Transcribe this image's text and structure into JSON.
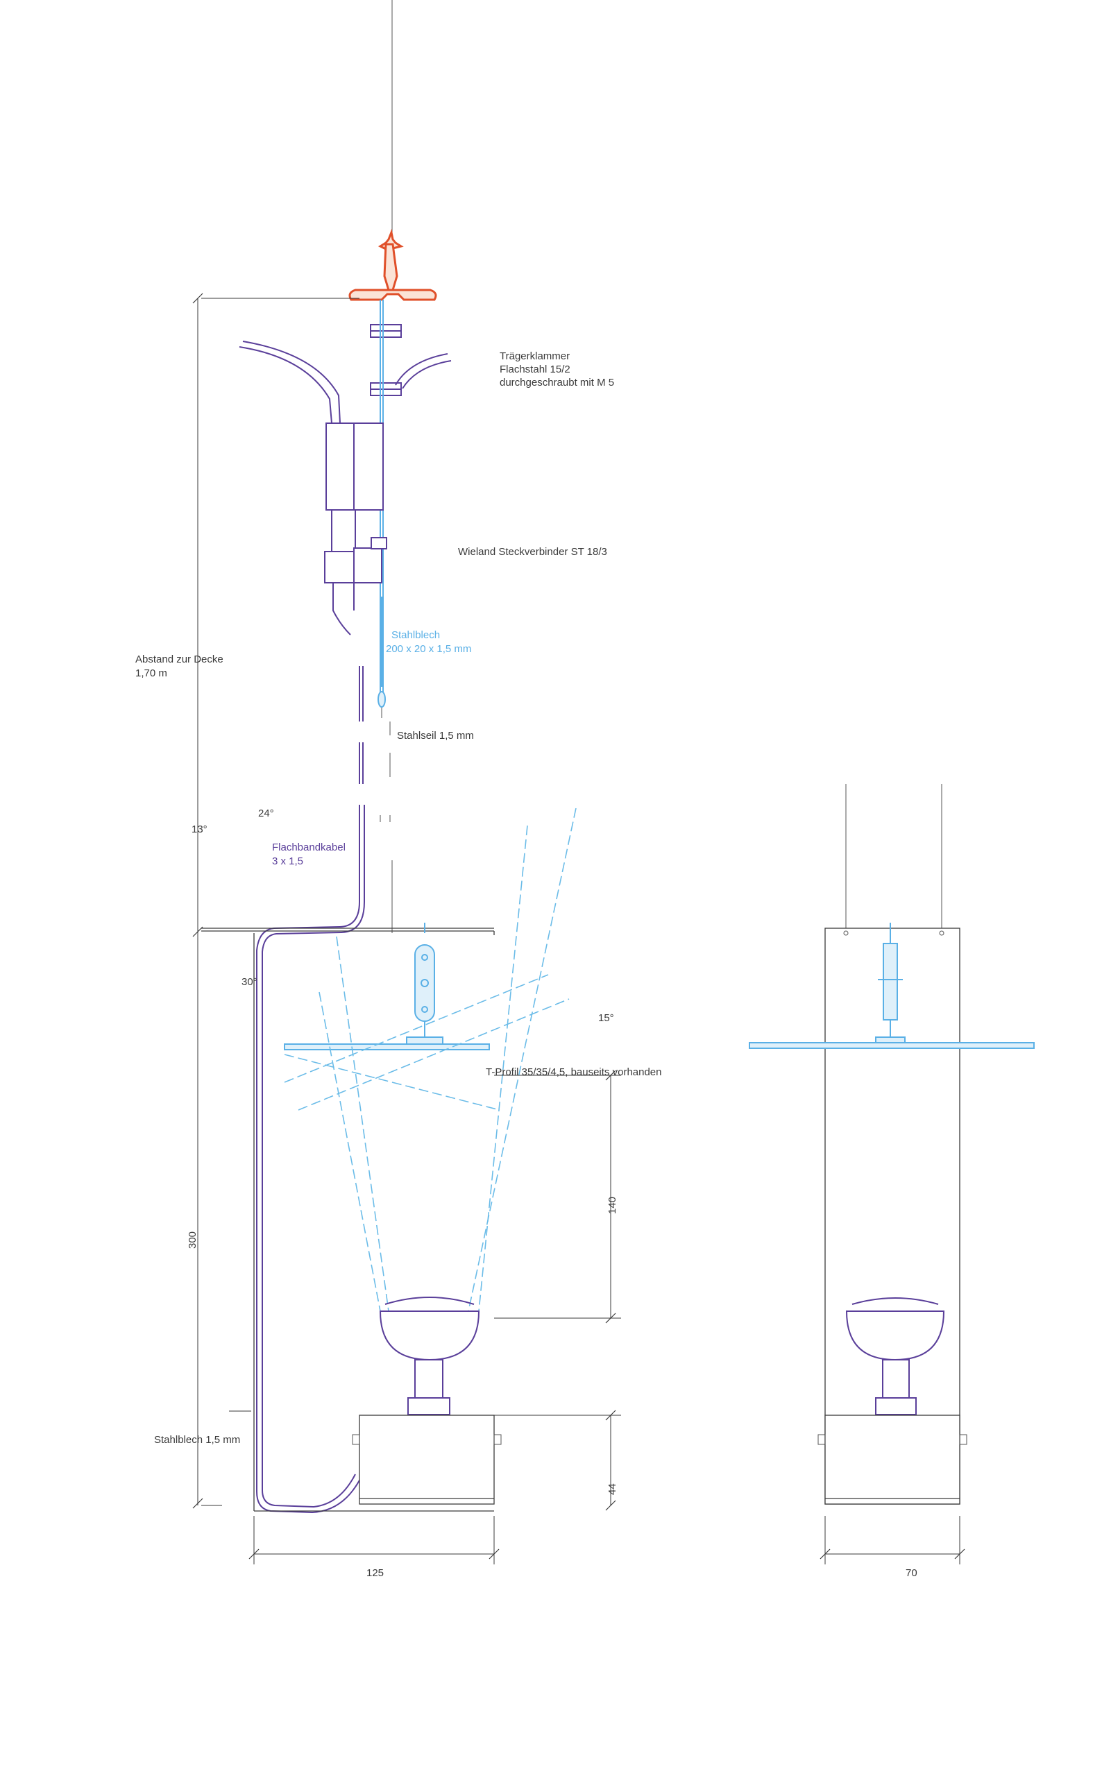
{
  "labels": {
    "clamp_title": "Trägerklammer",
    "clamp_material": "Flachstahl 15/2",
    "clamp_fixing": "durchgeschraubt mit M 5",
    "connector": "Wieland Steckverbinder ST 18/3",
    "steel_plate_title": "Stahlblech",
    "steel_plate_size": "200 x 20 x 1,5 mm",
    "steel_cable": "Stahlseil 1,5 mm",
    "ceiling_distance": "Abstand zur Decke",
    "ceiling_distance_value": "1,70 m",
    "angle_24": "24°",
    "angle_13": "13°",
    "angle_30": "30°",
    "angle_15": "15°",
    "flat_cable": "Flachbandkabel",
    "flat_cable_size": "3 x 1,5",
    "t_profile": "T-Profil 35/35/4,5, bauseits vorhanden",
    "sheet_steel": "Stahlblech 1,5 mm",
    "dim_300": "300",
    "dim_140": "140",
    "dim_44": "44",
    "dim_125": "125",
    "dim_70": "70"
  },
  "colors": {
    "line": "#3a3a3a",
    "cable_purple": "#5a3f9a",
    "steel_blue": "#5ab0e6",
    "clamp_red": "#e0502a"
  }
}
